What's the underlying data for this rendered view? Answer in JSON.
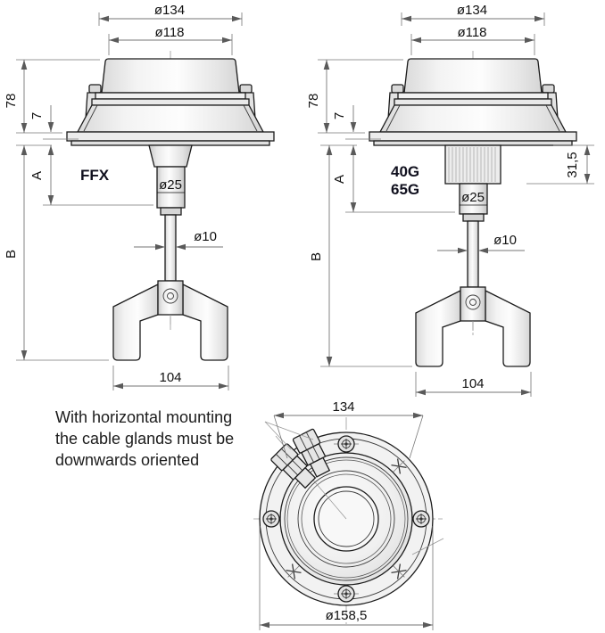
{
  "note": {
    "lines": [
      "With horizontal mounting",
      "the cable glands must be",
      "downwards oriented"
    ]
  },
  "left_device": {
    "label": "FFX",
    "dims": {
      "top_outer_diameter": "ø134",
      "top_inner_diameter": "ø118",
      "head_height": "78",
      "flange_thickness": "7",
      "neck_length": "A",
      "total_length": "B",
      "hub_diameter": "ø25",
      "rod_diameter": "ø10",
      "fork_width": "104"
    }
  },
  "right_device": {
    "labels": [
      "40G",
      "65G"
    ],
    "dims": {
      "top_outer_diameter": "ø134",
      "top_inner_diameter": "ø118",
      "head_height": "78",
      "flange_thickness": "7",
      "neck_length": "A",
      "total_length": "B",
      "thread_length": "31,5",
      "hub_diameter": "ø25",
      "rod_diameter": "ø10",
      "fork_width": "104"
    }
  },
  "bottom_view": {
    "dims": {
      "body_diameter": "134",
      "flange_diameter": "ø158,5"
    }
  },
  "colors": {
    "line": "#1c1c1c",
    "dimension": "#767676",
    "label": "#10101e"
  }
}
